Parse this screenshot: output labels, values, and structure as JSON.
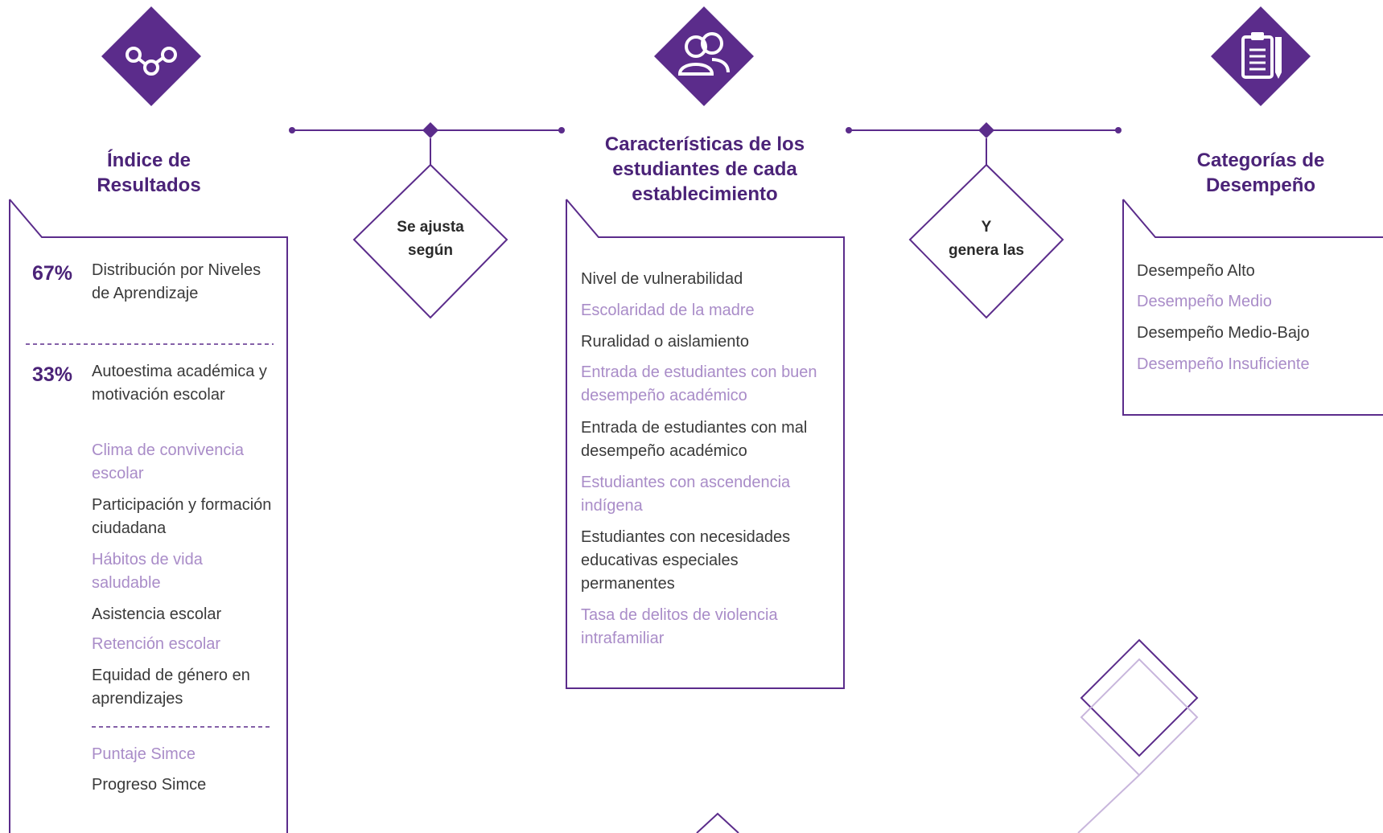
{
  "colors": {
    "primary": "#5b2c8b",
    "line": "#5b2c8b",
    "text_dark": "#3a3a3a",
    "text_light": "#a98cc8",
    "title": "#4b2378"
  },
  "columns": [
    {
      "icon": "network-nodes-icon",
      "title_line1": "Índice de",
      "title_line2": "Resultados",
      "groups": [
        {
          "pct": "67%",
          "items": [
            {
              "text": "Distribución por Niveles de Aprendizaje"
            }
          ]
        },
        {
          "pct": "33%",
          "items": [
            {
              "text": "Autoestima académica y motivación escolar"
            },
            {
              "text": "Clima de convivencia escolar"
            },
            {
              "text": "Participación y formación ciudadana"
            },
            {
              "text": "Hábitos de vida saludable"
            },
            {
              "text": "Asistencia escolar"
            },
            {
              "text": "Retención escolar"
            },
            {
              "text": "Equidad de género en aprendizajes"
            }
          ]
        },
        {
          "pct": "",
          "items": [
            {
              "text": "Puntaje Simce"
            },
            {
              "text": "Progreso Simce"
            }
          ]
        }
      ]
    },
    {
      "icon": "people-icon",
      "title_line1": "Características de los",
      "title_line2": "estudiantes de cada",
      "title_line3": "establecimiento",
      "items": [
        "Nivel de vulnerabilidad",
        "Escolaridad de la madre",
        "Ruralidad o aislamiento",
        "Entrada de estudiantes con buen desempeño académico",
        "Entrada de estudiantes con mal desempeño académico",
        "Estudiantes con ascendencia indígena",
        "Estudiantes con necesidades educativas especiales permanentes",
        "Tasa de delitos de violencia intrafamiliar"
      ]
    },
    {
      "icon": "clipboard-icon",
      "title_line1": "Categorías de",
      "title_line2": "Desempeño",
      "items": [
        "Desempeño Alto",
        "Desempeño Medio",
        "Desempeño Medio-Bajo",
        "Desempeño Insuficiente"
      ]
    }
  ],
  "connectors": [
    {
      "line1": "Se ajusta",
      "line2": "según"
    },
    {
      "line1": "Y",
      "line2": "genera las"
    }
  ]
}
